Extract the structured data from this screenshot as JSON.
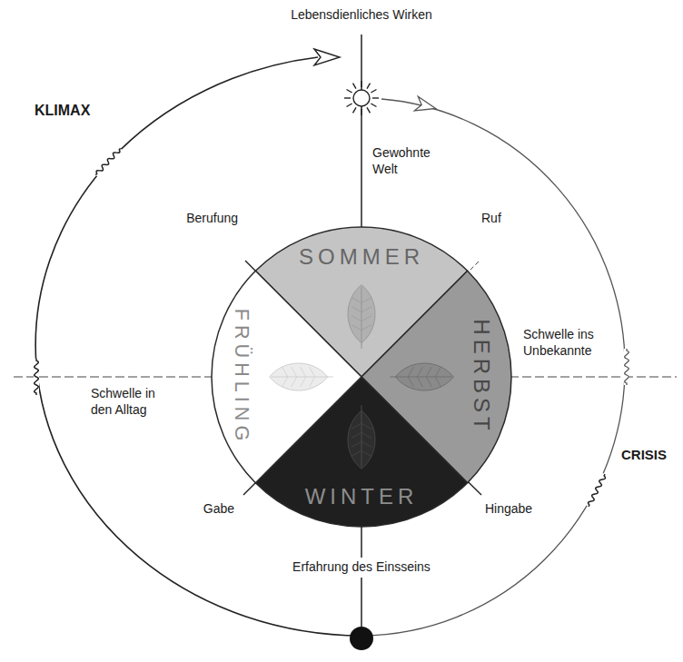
{
  "diagram": {
    "nodes": [
      {
        "text": [
          "SOMMER"
        ]
      },
      {
        "text": [
          "HERBST"
        ]
      },
      {
        "text": [
          "WINTER"
        ]
      },
      {
        "text": [
          "FRÜHLING"
        ]
      }
    ],
    "labels": [
      "Lebensdienliches Wirken",
      "Gewohnte Welt",
      "Berufung",
      "Ruf",
      "Schwelle ins Unbekannte",
      "Schwelle in den Alltag",
      "KLIMAX",
      "CRISIS",
      "Gabe",
      "Hingabe",
      "Erfahrung des Einsseins"
    ]
  }
}
